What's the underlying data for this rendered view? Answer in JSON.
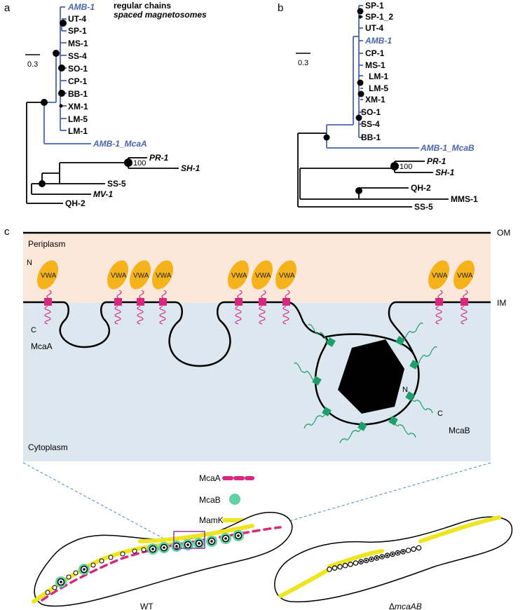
{
  "panel_a": {
    "letter": "a",
    "legend_line1": "regular chains",
    "legend_line2": "spaced magnetosomes",
    "scale": "0.3",
    "taxa": [
      "AMB-1",
      "UT-4",
      "SP-1",
      "MS-1",
      "SS-4",
      "SO-1",
      "CP-1",
      "BB-1",
      "XM-1",
      "LM-5",
      "LM-1"
    ],
    "outgroup_blue": "AMB-1_McaA",
    "others": [
      "PR-1",
      "SH-1",
      "SS-5",
      "MV-1",
      "QH-2"
    ],
    "bootstrap": "100"
  },
  "panel_b": {
    "letter": "b",
    "scale": "0.3",
    "taxa": [
      "SP-1",
      "SP-1_2",
      "UT-4",
      "AMB-1",
      "CP-1",
      "MS-1",
      "LM-1",
      "LM-5",
      "XM-1",
      "SO-1",
      "SS-4",
      "BB-1"
    ],
    "outgroup_blue": "AMB-1_McaB",
    "others": [
      "PR-1",
      "SH-1",
      "QH-2",
      "MMS-1",
      "SS-5"
    ],
    "bootstrap": "100"
  },
  "panel_c": {
    "letter": "c",
    "om": "OM",
    "im": "IM",
    "periplasm": "Periplasm",
    "cytoplasm": "Cytoplasm",
    "vwa": "VWA",
    "n_term": "N",
    "c_term": "C",
    "mcaa": "McaA",
    "mcab": "McaB"
  },
  "legend": {
    "mcaa": "McaA",
    "mcab": "McaB",
    "mamk": "MamK"
  },
  "cells": {
    "wt": "WT",
    "delta_symbol": "Δ",
    "mutant": "mcaAB"
  },
  "colors": {
    "blue": "#4a64b0",
    "magenta": "#d6287f",
    "green": "#1e9e6a",
    "mcab_dot": "#5fd1a3",
    "vwa": "#f5b21b",
    "mamk": "#ede522",
    "periplasm": "#fbe8da",
    "cytoplasm": "#dde7f0",
    "box": "#8a3f9e"
  }
}
